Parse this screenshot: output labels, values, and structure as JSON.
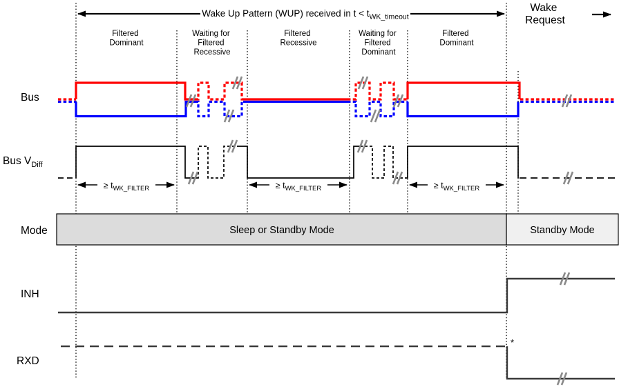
{
  "header": {
    "title_main": "Wake Up Pattern (WUP) received in t <  t",
    "title_sub": "WK_timeout",
    "wake_request_line1": "Wake",
    "wake_request_line2": "Request"
  },
  "regions": [
    {
      "lines": [
        "Filtered",
        "Dominant"
      ]
    },
    {
      "lines": [
        "Waiting for",
        "Filtered",
        "Recessive"
      ]
    },
    {
      "lines": [
        "Filtered",
        "Recessive"
      ]
    },
    {
      "lines": [
        "Waiting for",
        "Filtered",
        "Dominant"
      ]
    },
    {
      "lines": [
        "Filtered",
        "Dominant"
      ]
    }
  ],
  "row_labels": {
    "bus": "Bus",
    "vdiff_main": "Bus V",
    "vdiff_sub": "Diff",
    "mode": "Mode",
    "inh": "INH",
    "rxd": "RXD"
  },
  "mode_boxes": {
    "sleep": "Sleep or Standby Mode",
    "standby": "Standby Mode"
  },
  "annotations": {
    "filter_main": "≥ t",
    "filter_sub": "WK_FILTER",
    "asterisk": "*"
  },
  "colors": {
    "bus_high_red": "#ff0000",
    "bus_low_blue": "#0000ff",
    "break_gray": "#8a8a8a",
    "trace_dark": "#3a3a3a",
    "sleep_box_fill": "#dcdcdc",
    "standby_box_fill": "#f0f0f0"
  }
}
